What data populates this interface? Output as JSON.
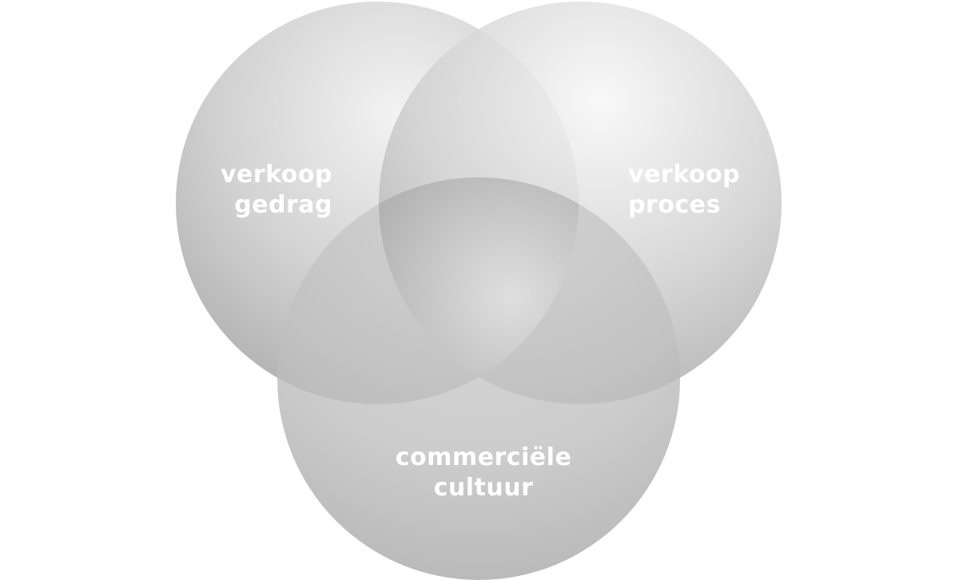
{
  "diagram": {
    "type": "venn",
    "circles": [
      {
        "id": "left",
        "label_lines": [
          "verkoop",
          "gedrag"
        ]
      },
      {
        "id": "right",
        "label_lines": [
          "verkoop",
          "proces"
        ]
      },
      {
        "id": "bottom",
        "label_lines": [
          "commerciële",
          "cultuur"
        ]
      }
    ],
    "colors": {
      "label": "#ffffff",
      "circle_light": "#f4f4f4",
      "circle_mid": "#c2c2c2",
      "circle_dark": "#9e9e9e",
      "center_dark": "#6a6a6a",
      "background": "#ffffff"
    }
  }
}
